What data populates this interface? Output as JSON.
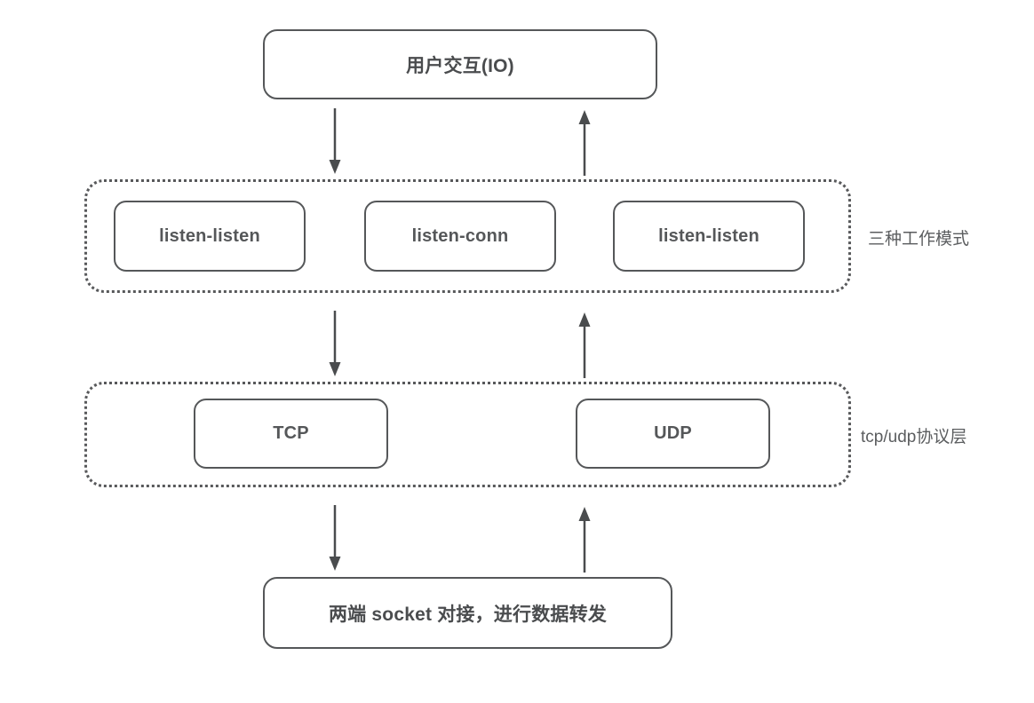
{
  "diagram": {
    "title_node": {
      "label": "用户交互(IO)"
    },
    "groups": [
      {
        "id": "modes",
        "caption": "三种工作模式",
        "nodes": [
          {
            "label": "listen-listen"
          },
          {
            "label": "listen-conn"
          },
          {
            "label": "listen-listen"
          }
        ]
      },
      {
        "id": "protocols",
        "caption": "tcp/udp协议层",
        "nodes": [
          {
            "label": "TCP"
          },
          {
            "label": "UDP"
          }
        ]
      }
    ],
    "bottom_node": {
      "label": "两端 socket 对接，进行数据转发"
    },
    "arrows": [
      {
        "name": "io-to-modes",
        "direction": "down"
      },
      {
        "name": "modes-to-io",
        "direction": "up"
      },
      {
        "name": "modes-to-protocols",
        "direction": "down"
      },
      {
        "name": "protocols-to-modes",
        "direction": "up"
      },
      {
        "name": "protocols-to-socket",
        "direction": "down"
      },
      {
        "name": "socket-to-protocols",
        "direction": "up"
      }
    ],
    "colors": {
      "stroke": "#555759",
      "text": "#4a4c4e",
      "caption": "#5b5d5f",
      "background": "#ffffff"
    }
  }
}
